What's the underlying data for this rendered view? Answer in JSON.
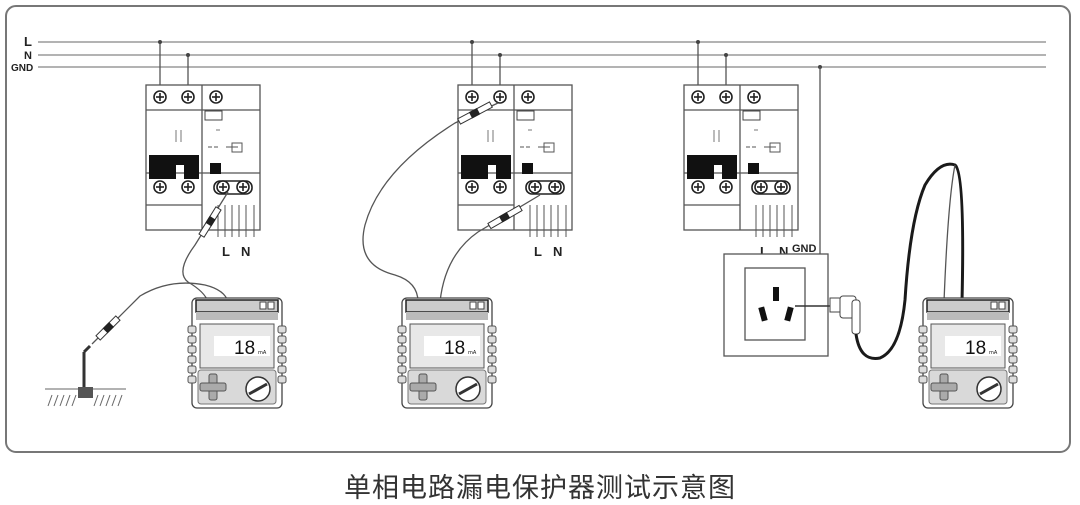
{
  "bus_labels": {
    "live": "L",
    "neutral": "N",
    "ground": "GND"
  },
  "terminal_labels": {
    "live": "L",
    "neutral": "N",
    "ground": "GND"
  },
  "tester_reading": "18",
  "tester_unit": "mA",
  "caption": "单相电路漏电保护器测试示意图",
  "colors": {
    "frame": "#777777",
    "bus": "#9a9a9a",
    "ink": "#222222",
    "lcd": "#e8e8e8",
    "body": "#d9d9d9"
  }
}
